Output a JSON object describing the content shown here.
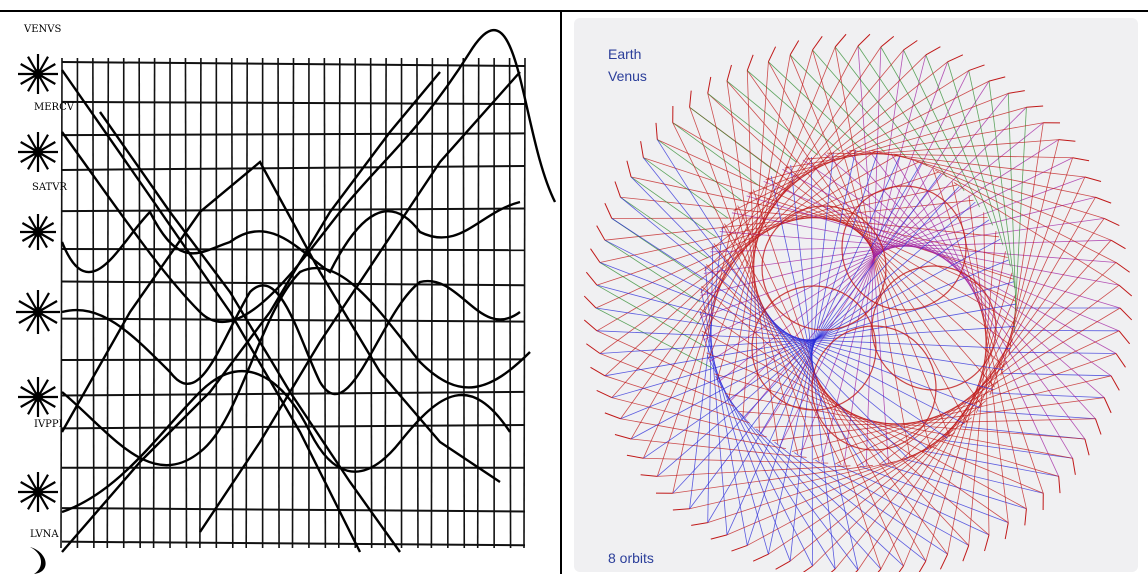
{
  "left_panel": {
    "header_label": "VENVS",
    "planet_labels": [
      "MERCV",
      "SATVR",
      "IVPPI",
      "LVNA"
    ]
  },
  "right_panel": {
    "legend": [
      "Earth",
      "Venus"
    ],
    "footer": "8 orbits",
    "colors": {
      "outer": "#2a2ad8",
      "mid": "#c01818",
      "inner": "#2e8b2e",
      "magenta": "#a020a0",
      "background": "#f0f0f2",
      "label": "#2b3e9a"
    }
  }
}
